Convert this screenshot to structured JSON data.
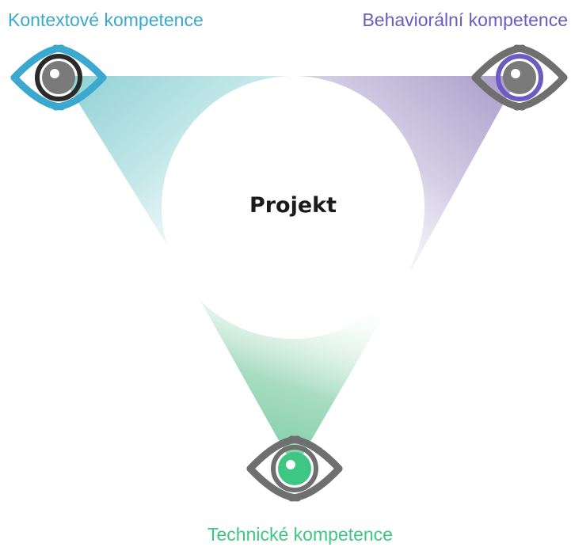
{
  "center": {
    "label": "Projekt"
  },
  "nodes": {
    "context": {
      "label": "Kontextové kompetence",
      "color": "#3aa8cf",
      "icon": "eye-icon"
    },
    "behavioral": {
      "label": "Behaviorální kompetence",
      "color": "#6b5bc2",
      "icon": "eye-icon"
    },
    "technical": {
      "label": "Technické kompetence",
      "color": "#3ec783",
      "icon": "eye-icon"
    }
  },
  "colors": {
    "context_fill": "#8fd0d4",
    "behavioral_fill": "#a79bc8",
    "technical_fill": "#6cc89a",
    "eye_grey": "#6f6f6f"
  }
}
